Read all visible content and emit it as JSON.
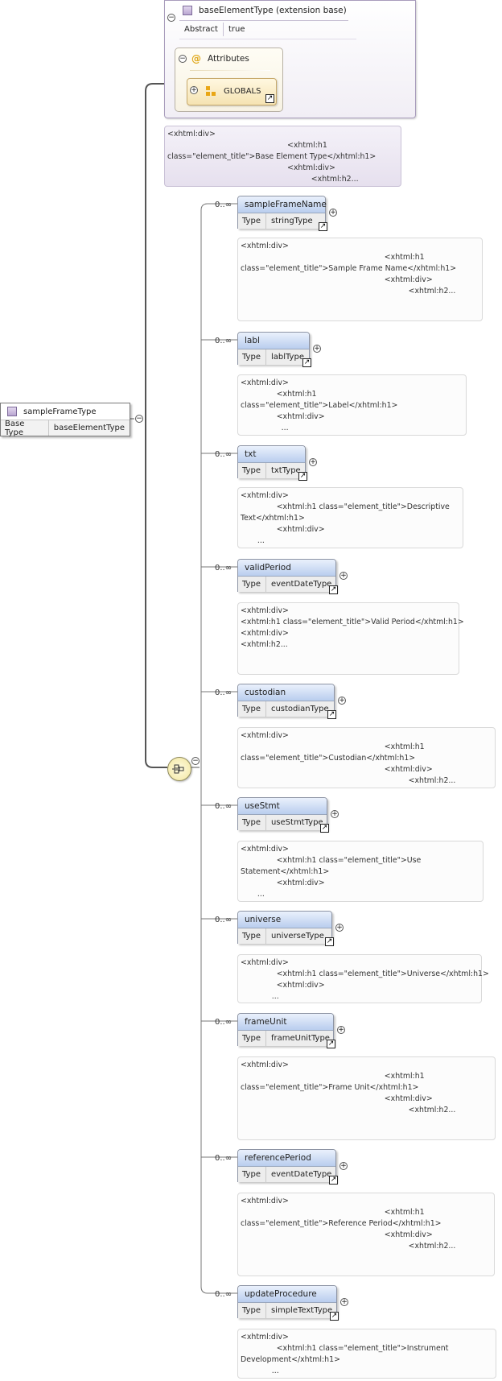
{
  "root": {
    "name": "sampleFrameType",
    "base_type_label": "Base Type",
    "base_type_value": "baseElementType"
  },
  "base": {
    "title": "baseElementType (extension base)",
    "abstract_label": "Abstract",
    "abstract_value": "true",
    "attributes_label": "Attributes",
    "globals_label": "GLOBALS",
    "doc": [
      "<xhtml:div>",
      "                                                  <xhtml:h1",
      "class=\"element_title\">Base Element Type</xhtml:h1>",
      "                                                  <xhtml:div>",
      "                                                            <xhtml:h2..."
    ]
  },
  "type_label": "Type",
  "children": [
    {
      "name": "sampleFrameName",
      "type": "stringType",
      "cardinality": "0..∞",
      "doc": [
        "<xhtml:div>",
        "",
        "                                                            <xhtml:h1",
        "class=\"element_title\">Sample Frame Name</xhtml:h1>",
        "",
        "                                                            <xhtml:div>",
        "                                                                      <xhtml:h2..."
      ]
    },
    {
      "name": "labl",
      "type": "lablType",
      "cardinality": "0..∞",
      "doc": [
        "<xhtml:div>",
        "               <xhtml:h1",
        "class=\"element_title\">Label</xhtml:h1>",
        "               <xhtml:div>",
        "                 ..."
      ]
    },
    {
      "name": "txt",
      "type": "txtType",
      "cardinality": "0..∞",
      "doc": [
        "<xhtml:div>",
        "               <xhtml:h1 class=\"element_title\">Descriptive",
        "Text</xhtml:h1>",
        "               <xhtml:div>",
        "       ..."
      ]
    },
    {
      "name": "validPeriod",
      "type": "eventDateType",
      "cardinality": "0..∞",
      "doc": [
        "<xhtml:div>",
        "",
        "<xhtml:h1 class=\"element_title\">Valid Period</xhtml:h1>",
        "",
        "<xhtml:div>",
        "<xhtml:h2..."
      ]
    },
    {
      "name": "custodian",
      "type": "custodianType",
      "cardinality": "0..∞",
      "doc": [
        "<xhtml:div>",
        "                                                            <xhtml:h1",
        "class=\"element_title\">Custodian</xhtml:h1>",
        "                                                            <xhtml:div>",
        "                                                                      <xhtml:h2..."
      ]
    },
    {
      "name": "useStmt",
      "type": "useStmtType",
      "cardinality": "0..∞",
      "doc": [
        "<xhtml:div>",
        "               <xhtml:h1 class=\"element_title\">Use",
        "Statement</xhtml:h1>",
        "               <xhtml:div>",
        "       ..."
      ]
    },
    {
      "name": "universe",
      "type": "universeType",
      "cardinality": "0..∞",
      "doc": [
        "<xhtml:div>",
        "               <xhtml:h1 class=\"element_title\">Universe</xhtml:h1>",
        "               <xhtml:div>",
        "             ..."
      ]
    },
    {
      "name": "frameUnit",
      "type": "frameUnitType",
      "cardinality": "0..∞",
      "doc": [
        "<xhtml:div>",
        "",
        "                                                            <xhtml:h1",
        "class=\"element_title\">Frame Unit</xhtml:h1>",
        "",
        "                                                            <xhtml:div>",
        "                                                                      <xhtml:h2..."
      ]
    },
    {
      "name": "referencePeriod",
      "type": "eventDateType",
      "cardinality": "0..∞",
      "doc": [
        "<xhtml:div>",
        "",
        "                                                            <xhtml:h1",
        "class=\"element_title\">Reference Period</xhtml:h1>",
        "",
        "                                                            <xhtml:div>",
        "                                                                      <xhtml:h2..."
      ]
    },
    {
      "name": "updateProcedure",
      "type": "simpleTextType",
      "cardinality": "0..∞",
      "doc": [
        "<xhtml:div>",
        "               <xhtml:h1 class=\"element_title\">Instrument",
        "Development</xhtml:h1>",
        "             ..."
      ]
    }
  ]
}
